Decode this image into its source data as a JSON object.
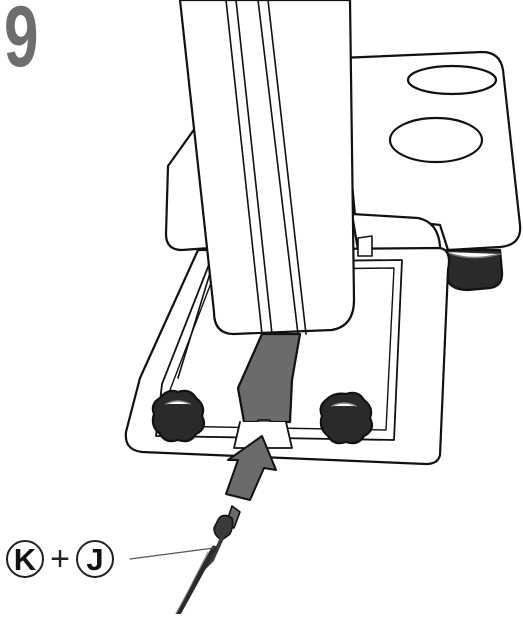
{
  "step": {
    "number": "9"
  },
  "callout": {
    "part_a": "K",
    "plus": "+",
    "part_b": "J"
  }
}
